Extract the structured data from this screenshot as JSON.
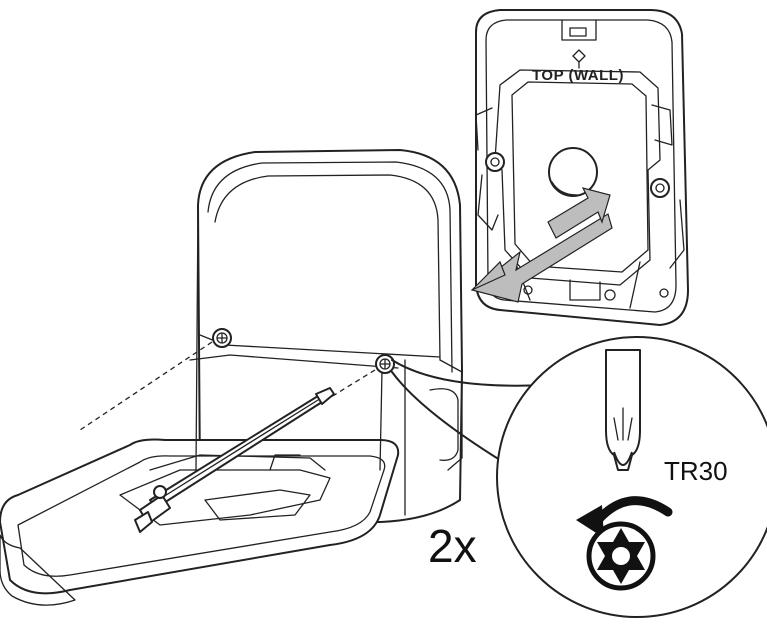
{
  "labels": {
    "mount_top": "TOP (WALL)",
    "bit_type": "TR30",
    "screw_count": "2x"
  },
  "colors": {
    "line": "#222222",
    "arrow_fill": "#bdbdbd",
    "background": "#ffffff"
  },
  "icons": [
    "double-arrow-icon",
    "torx-screwdriver-icon",
    "rotate-ccw-icon",
    "torx-head-icon"
  ]
}
